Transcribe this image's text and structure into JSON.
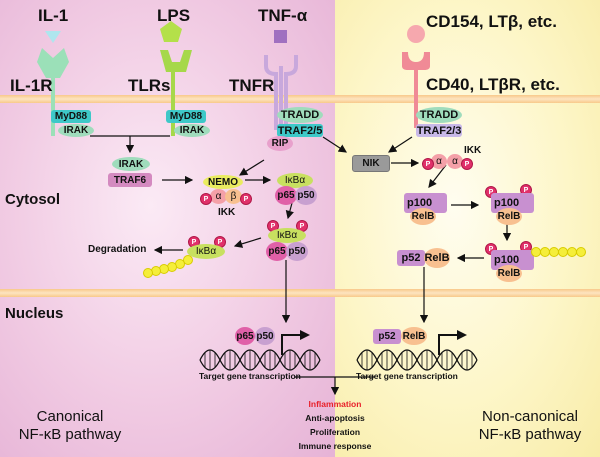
{
  "ligands": {
    "il1": "IL-1",
    "lps": "LPS",
    "tnf": "TNF-α",
    "cd154": "CD154, LTβ, etc."
  },
  "receptors": {
    "il1r": "IL-1R",
    "tlrs": "TLRs",
    "tnfr": "TNFR",
    "cd40": "CD40, LTβR, etc."
  },
  "adaptors": {
    "myd88": "MyD88",
    "irak": "IRAK",
    "tradd": "TRADD",
    "traf25": "TRAF2/5",
    "traf23": "TRAF2/3",
    "rip": "RIP",
    "traf6": "TRAF6",
    "nik": "NIK"
  },
  "compartments": {
    "cytosol": "Cytosol",
    "nucleus": "Nucleus"
  },
  "canonical": {
    "nemo": "NEMO",
    "alpha": "α",
    "beta": "β",
    "ikk": "IKK",
    "ikba": "IκBα",
    "p65": "p65",
    "p50": "p50",
    "degradation": "Degradation",
    "ub": "Ub",
    "p": "P",
    "pathway_line1": "Canonical",
    "pathway_line2": "NF-κB pathway"
  },
  "noncanonical": {
    "ikk": "IKK",
    "alpha": "α",
    "p100": "p100",
    "relb": "RelB",
    "p52": "p52",
    "pathway_line1": "Non-canonical",
    "pathway_line2": "NF-κB pathway"
  },
  "transcription": {
    "label": "Target gene transcription"
  },
  "outcomes": {
    "items": [
      "Inflammation",
      "Anti-apoptosis",
      "Proliferation",
      "Immune response"
    ],
    "highlight_color": "#e8202a"
  },
  "colors": {
    "canonical_bg": "#f1cbe3",
    "noncanonical_bg": "#fdf6c8",
    "membrane": "#f8c98a"
  }
}
